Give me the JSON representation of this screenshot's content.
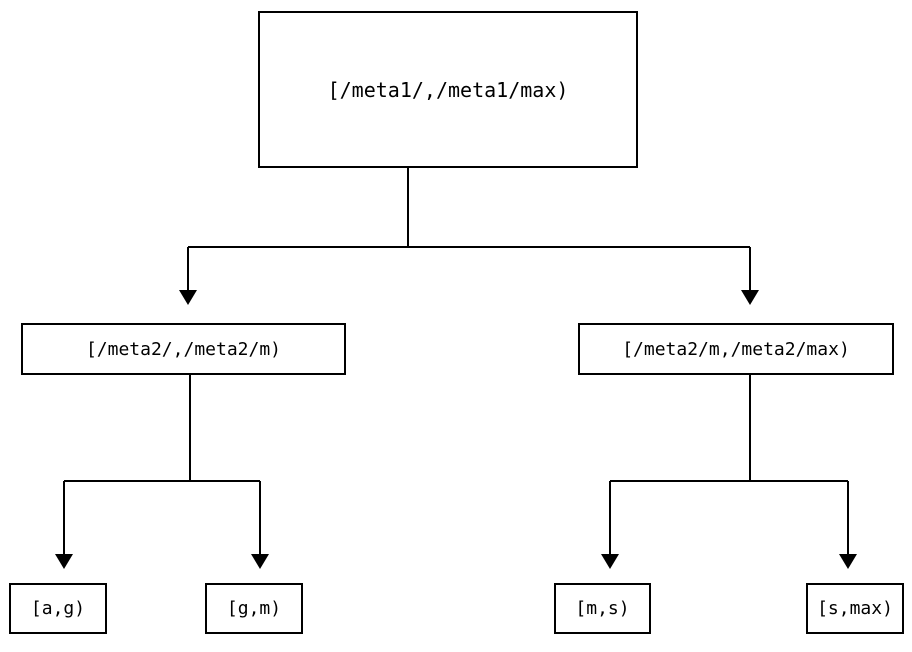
{
  "diagram": {
    "type": "tree",
    "title": "",
    "background_color": "#ffffff",
    "line_color": "#000000",
    "text_color": "#000000",
    "root": {
      "label": "[/meta1/,/meta1/max)"
    },
    "level2": [
      {
        "label": "[/meta2/,/meta2/m)"
      },
      {
        "label": "[/meta2/m,/meta2/max)"
      }
    ],
    "leaves": [
      {
        "label": "[a,g)"
      },
      {
        "label": "[g,m)"
      },
      {
        "label": "[m,s)"
      },
      {
        "label": "[s,max)"
      }
    ]
  }
}
